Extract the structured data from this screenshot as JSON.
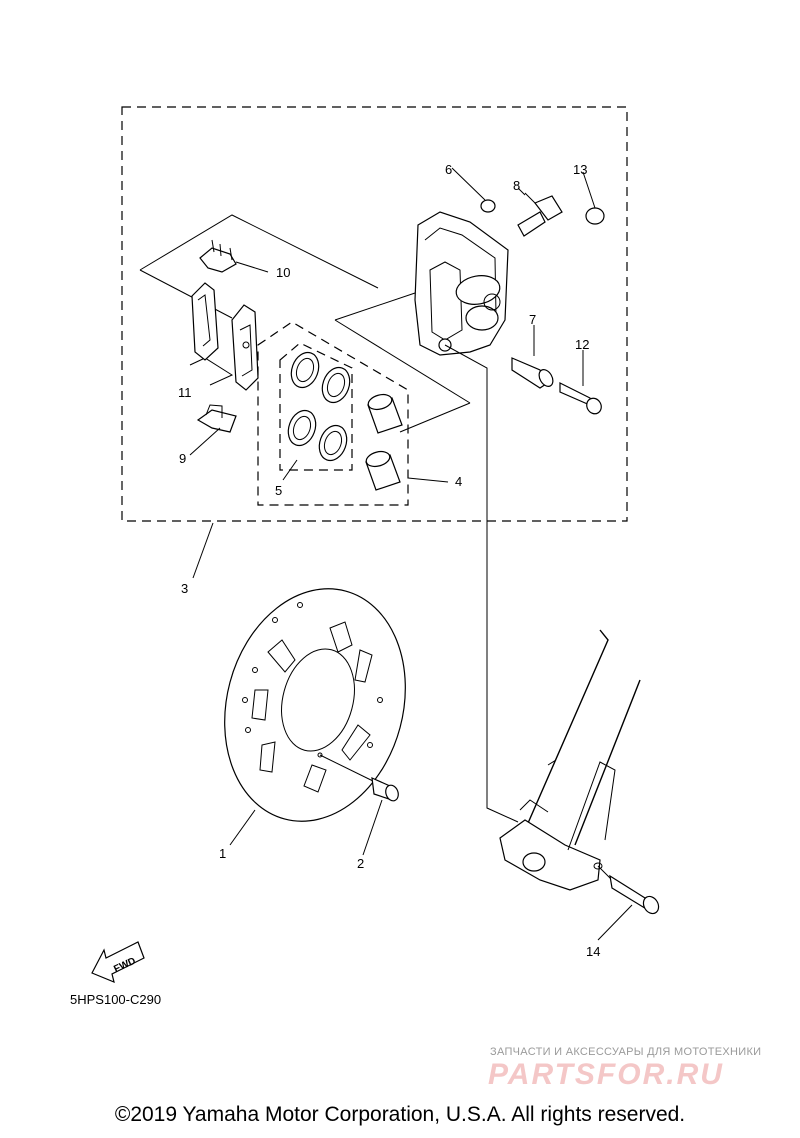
{
  "callouts": {
    "c1": "1",
    "c2": "2",
    "c3": "3",
    "c4": "4",
    "c5": "5",
    "c6": "6",
    "c7": "7",
    "c8": "8",
    "c9": "9",
    "c10": "10",
    "c11": "11",
    "c12": "12",
    "c13": "13",
    "c14": "14"
  },
  "fwd_label": "FWD",
  "diagram_code": "5HPS100-C290",
  "watermark": {
    "subtitle": "ЗАПЧАСТИ И АКСЕССУАРЫ ДЛЯ МОТОТЕХНИКИ",
    "logo": "PARTSFOR.RU"
  },
  "copyright": "©2019 Yamaha Motor Corporation, U.S.A. All rights reserved."
}
